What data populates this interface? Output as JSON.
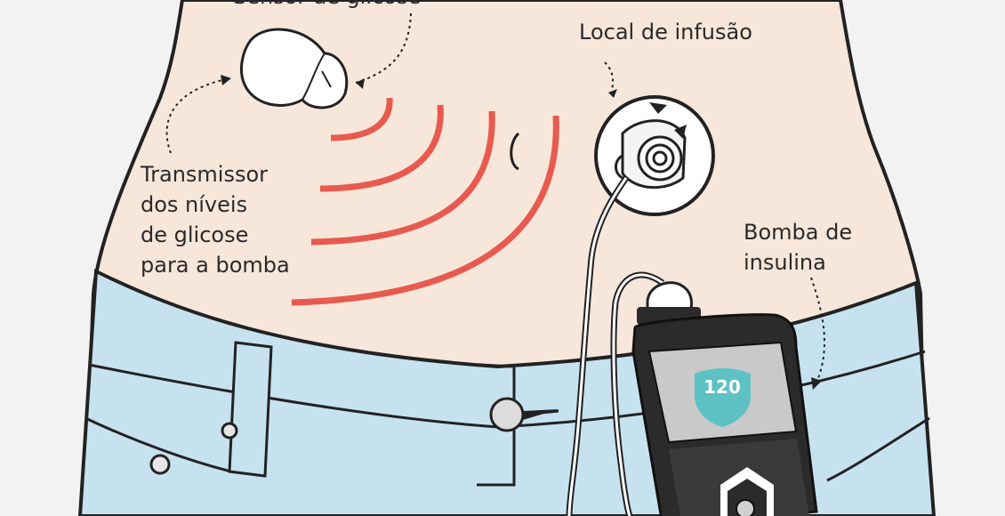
{
  "labels": {
    "sensor": "Sensor de glicose",
    "infusion_site": "Local de infusão",
    "transmitter": [
      "Transmissor",
      "dos níveis",
      "de glicose",
      "para a bomba"
    ],
    "pump": [
      "Bomba de",
      "insulina"
    ]
  },
  "pump_display": {
    "value": "120"
  },
  "colors": {
    "skin": "#f7e6da",
    "jeans": "#c6e2ef",
    "signal": "#e85a4f",
    "shield": "#5ec2c5",
    "pump_body": "#2b2b2b",
    "screen": "#c9c9c9",
    "background": "#f2f2f2"
  },
  "icons": [
    "sensor-icon",
    "infusion-set-icon",
    "insulin-pump-icon",
    "signal-waves-icon",
    "shield-icon"
  ]
}
